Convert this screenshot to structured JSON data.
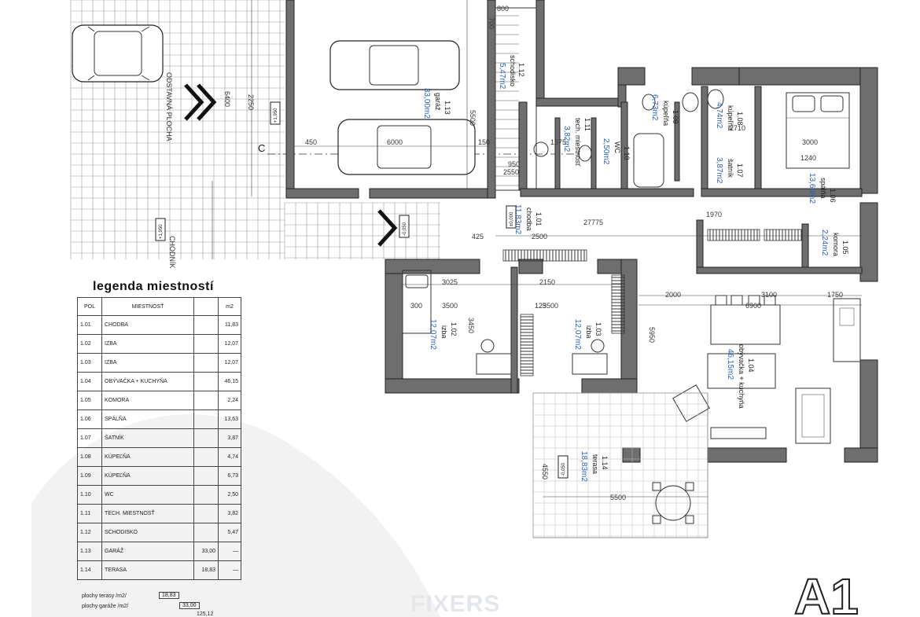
{
  "legend": {
    "title": "legenda  miestností",
    "header": {
      "pol": "POL",
      "room": "MIESTNOSŤ",
      "unit": "m2"
    },
    "rows": [
      {
        "pol": "1.01",
        "name": "CHODBA",
        "area": "11,83"
      },
      {
        "pol": "1.02",
        "name": "IZBA",
        "area": "12,07"
      },
      {
        "pol": "1.03",
        "name": "IZBA",
        "area": "12,07"
      },
      {
        "pol": "1.04",
        "name": "OBÝVAČKA + KUCHYŇA",
        "area": "46,15"
      },
      {
        "pol": "1.05",
        "name": "KOMORA",
        "area": "2,24"
      },
      {
        "pol": "1.06",
        "name": "SPÁLŇA",
        "area": "13,63"
      },
      {
        "pol": "1.07",
        "name": "ŠATNÍK",
        "area": "3,87"
      },
      {
        "pol": "1.08",
        "name": "KÚPEĽŇA",
        "area": "4,74"
      },
      {
        "pol": "1.09",
        "name": "KÚPEĽŇA",
        "area": "6,73"
      },
      {
        "pol": "1.10",
        "name": "WC",
        "area": "2,50"
      },
      {
        "pol": "1.11",
        "name": "TECH. MIESTNOSŤ",
        "area": "3,82"
      },
      {
        "pol": "1.12",
        "name": "SCHODISKO",
        "area": "5,47"
      },
      {
        "pol": "1.13",
        "name": "GARÁŽ",
        "sub": "33,00",
        "area": "—"
      },
      {
        "pol": "1.14",
        "name": "TERASA",
        "sub": "18,83",
        "area": "—"
      }
    ],
    "footer": [
      {
        "label": "plochy terasy /m2/",
        "value": "18,83"
      },
      {
        "label": "plochy garáže /m2/",
        "value": "33,00"
      },
      {
        "label": "",
        "value": "125,12"
      }
    ]
  },
  "rooms": {
    "r101": {
      "num": "1.01",
      "name": "chodba",
      "area": "11,83m2"
    },
    "r102": {
      "num": "1.02",
      "name": "izba",
      "area": "12,07m2"
    },
    "r103": {
      "num": "1.03",
      "name": "izba",
      "area": "12,07m2"
    },
    "r104": {
      "num": "1.04",
      "name": "obývačka + kuchyňa",
      "area": "46,15m2"
    },
    "r105": {
      "num": "1.05",
      "name": "komora",
      "area": "2,24m2"
    },
    "r106": {
      "num": "1.06",
      "name": "spálňa",
      "area": "13,63m2"
    },
    "r107": {
      "num": "1.07",
      "name": "šatník",
      "area": "3,87m2"
    },
    "r108": {
      "num": "1.08",
      "name": "kúpeľňa",
      "area": "4,74m2"
    },
    "r109": {
      "num": "1.09",
      "name": "kúpeľňa",
      "area": "6,73m2"
    },
    "r110": {
      "num": "1.10",
      "name": "WC",
      "area": "2,50m2"
    },
    "r111": {
      "num": "1.11",
      "name": "tech. miestnosť",
      "area": "3,82m2"
    },
    "r112": {
      "num": "1.12",
      "name": "schodisko",
      "area": "5,47m2"
    },
    "r113": {
      "num": "1.13",
      "name": "garáž",
      "area": "33,00m2"
    },
    "r114": {
      "num": "1.14",
      "name": "terasa",
      "area": "18,83m2"
    }
  },
  "labels": {
    "parking": "ODSTAVNÁ PLOCHA",
    "sidewalk": "CHODNÍK",
    "section": "C",
    "level_garage": "+1,950",
    "level_sidewalk": "+1,950",
    "level_entry": "-0,050",
    "level_hall": "±0,000",
    "level_terrace": "-0,050"
  },
  "dims": {
    "d_6000": "6000",
    "d_5500": "5500",
    "d_450": "450",
    "d_150": "150",
    "d_2550": "2550",
    "d_950": "950",
    "d_1675": "1675",
    "d_27775": "27775",
    "d_2500": "2500",
    "d_425": "425",
    "d_3025": "3025",
    "d_3500a": "3500",
    "d_3500b": "3500",
    "d_2150": "2150",
    "d_125": "125",
    "d_300": "300",
    "d_2000": "2000",
    "d_3100": "3100",
    "d_1750": "1750",
    "d_6900": "6900",
    "d_5950": "5950",
    "d_3000": "3000",
    "d_1240": "1240",
    "d_2710": "2710",
    "d_4550": "4550",
    "d_5500b": "5500",
    "d_1970": "1970",
    "d_3450": "3450",
    "d_6400": "6400",
    "d_2250": "2250",
    "d_800": "800",
    "d_700": "700"
  },
  "watermark": {
    "brand": "FIXERS",
    "sheet": "A1"
  }
}
